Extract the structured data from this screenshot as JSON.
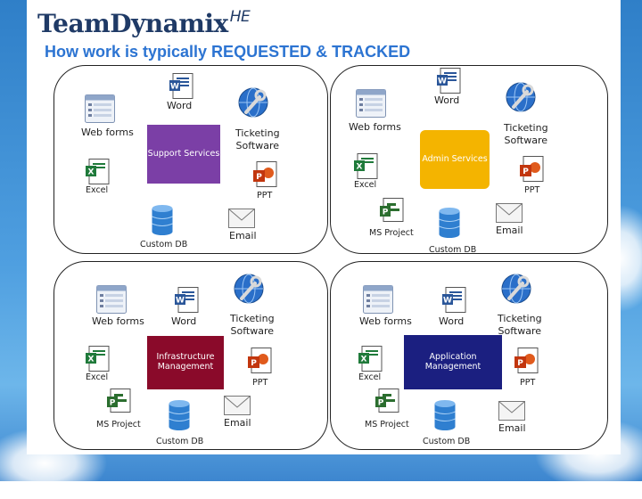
{
  "header": {
    "logo_text": "TeamDynamix",
    "logo_sup": "HE",
    "headline": "How work is typically REQUESTED & TRACKED"
  },
  "icons": {
    "webforms": "webform-window-icon",
    "word": "word-document-icon",
    "ticketing": "wrench-globe-icon",
    "excel": "excel-spreadsheet-icon",
    "ppt": "powerpoint-icon",
    "db": "database-cylinder-icon",
    "email": "envelope-icon",
    "project": "ms-project-icon"
  },
  "colors": {
    "support": "#7b3fa6",
    "admin": "#f4b400",
    "infra": "#8a0a2a",
    "app": "#1b1f80",
    "headline": "#2c74d2"
  },
  "quadrants": {
    "support": {
      "dept": "Support Services",
      "webforms": "Web forms",
      "word": "Word",
      "ticketing_1": "Ticketing",
      "ticketing_2": "Software",
      "excel": "Excel",
      "ppt": "PPT",
      "db": "Custom DB",
      "email": "Email"
    },
    "admin": {
      "dept": "Admin Services",
      "webforms": "Web forms",
      "word": "Word",
      "ticketing_1": "Ticketing",
      "ticketing_2": "Software",
      "excel": "Excel",
      "ppt": "PPT",
      "project": "MS Project",
      "db": "Custom DB",
      "email": "Email"
    },
    "infra": {
      "dept_1": "Infrastructure",
      "dept_2": "Management",
      "webforms": "Web forms",
      "word": "Word",
      "ticketing_1": "Ticketing",
      "ticketing_2": "Software",
      "excel": "Excel",
      "ppt": "PPT",
      "project": "MS Project",
      "db": "Custom DB",
      "email": "Email"
    },
    "app": {
      "dept_1": "Application",
      "dept_2": "Management",
      "webforms": "Web forms",
      "word": "Word",
      "ticketing_1": "Ticketing",
      "ticketing_2": "Software",
      "excel": "Excel",
      "ppt": "PPT",
      "project": "MS Project",
      "db": "Custom DB",
      "email": "Email"
    }
  }
}
